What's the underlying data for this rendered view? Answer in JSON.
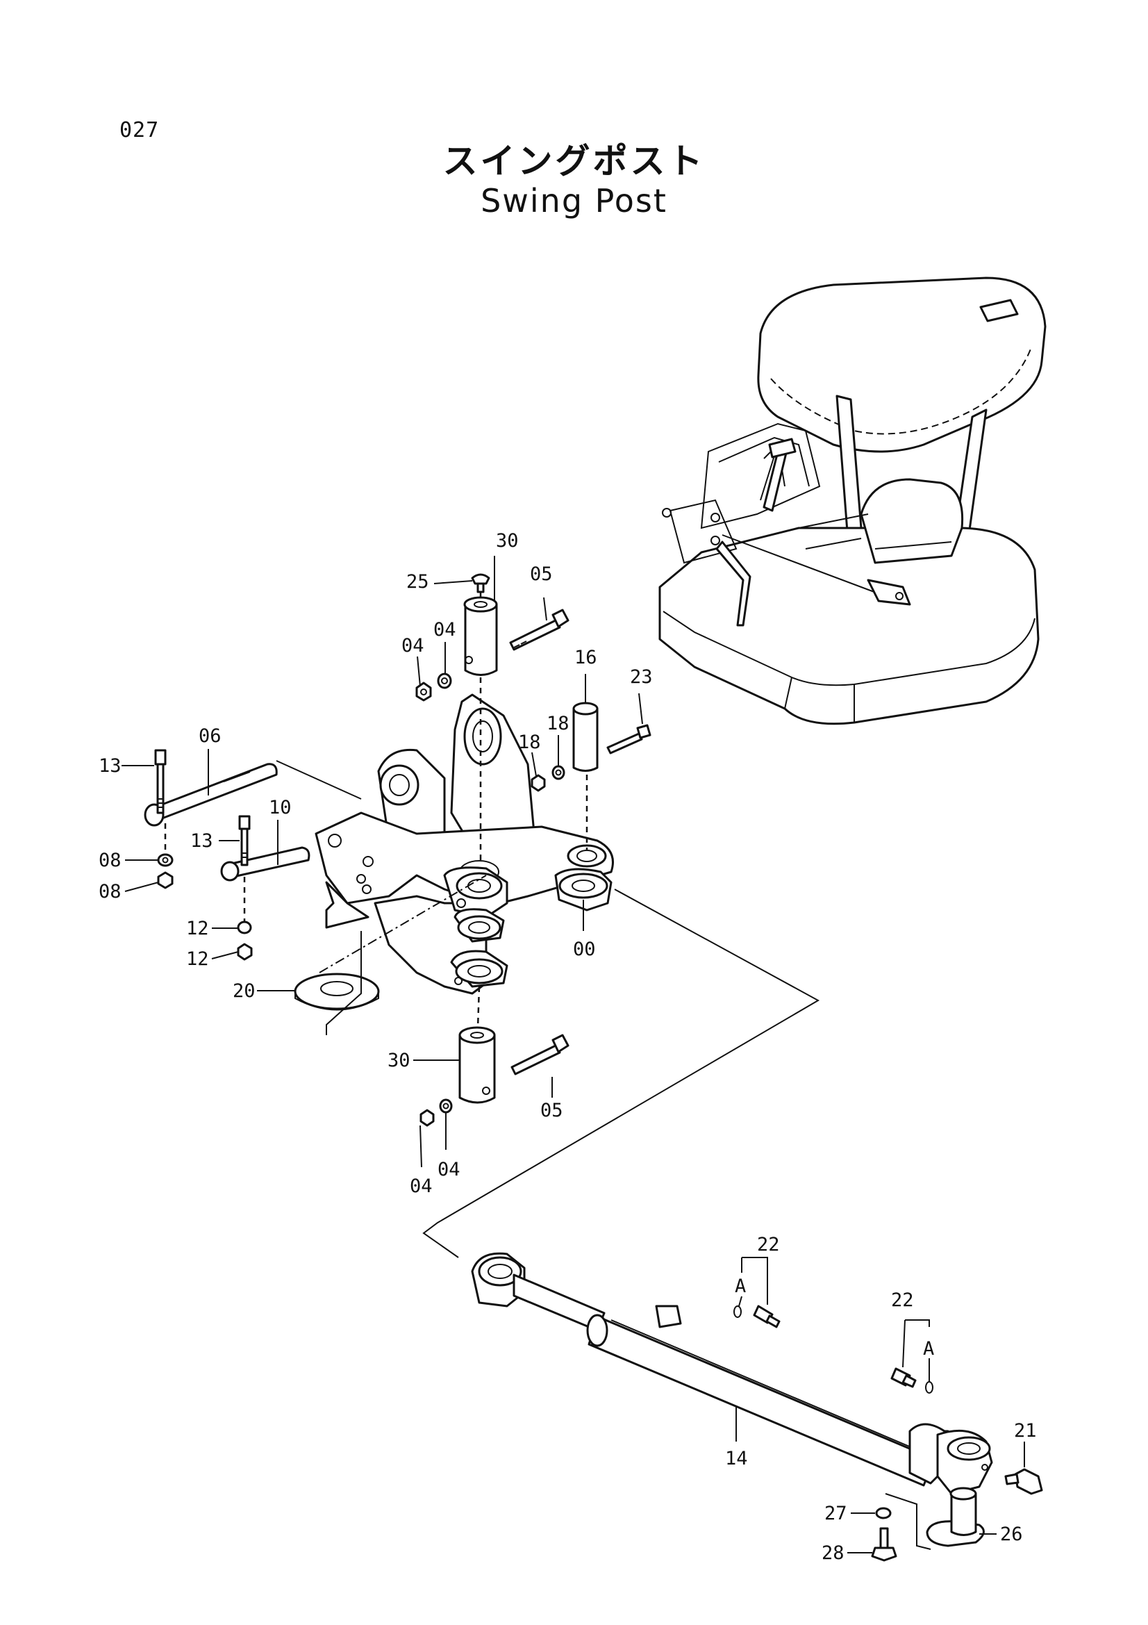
{
  "page_number": "027",
  "title_ja": "スイングポスト",
  "title_en": "Swing Post",
  "callouts": {
    "c30a": "30",
    "c25": "25",
    "c05a": "05",
    "c04a": "04",
    "c04b": "04",
    "c16": "16",
    "c23": "23",
    "c18a": "18",
    "c18b": "18",
    "c13a": "13",
    "c06": "06",
    "c13b": "13",
    "c10": "10",
    "c08a": "08",
    "c08b": "08",
    "c12a": "12",
    "c12b": "12",
    "c20": "20",
    "c00": "00",
    "c30b": "30",
    "c05b": "05",
    "c04c": "04",
    "c04d": "04",
    "c22a": "22",
    "cAa": "A",
    "c22b": "22",
    "cAb": "A",
    "c14": "14",
    "c21": "21",
    "c27": "27",
    "c26": "26",
    "c28": "28"
  }
}
